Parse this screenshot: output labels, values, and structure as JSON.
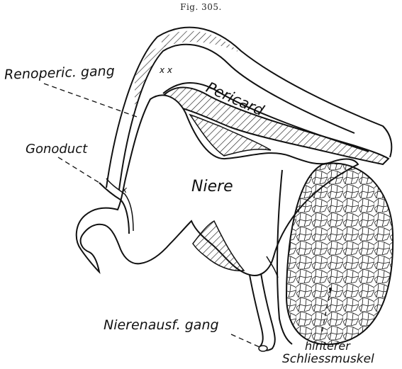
{
  "figure": {
    "number": "Fig. 305.",
    "labels": {
      "renopericardial_duct": "Renoperic. gang",
      "pericardium": "Pericard",
      "gonoduct": "Gonoduct",
      "kidney": "Niere",
      "kidney_outlet": "Nierenausf. gang",
      "posterior_muscle_line1": "hinterer",
      "posterior_muscle_line2": "Schliessmuskel",
      "marker_upper": "x x",
      "marker_lower": "x"
    }
  }
}
